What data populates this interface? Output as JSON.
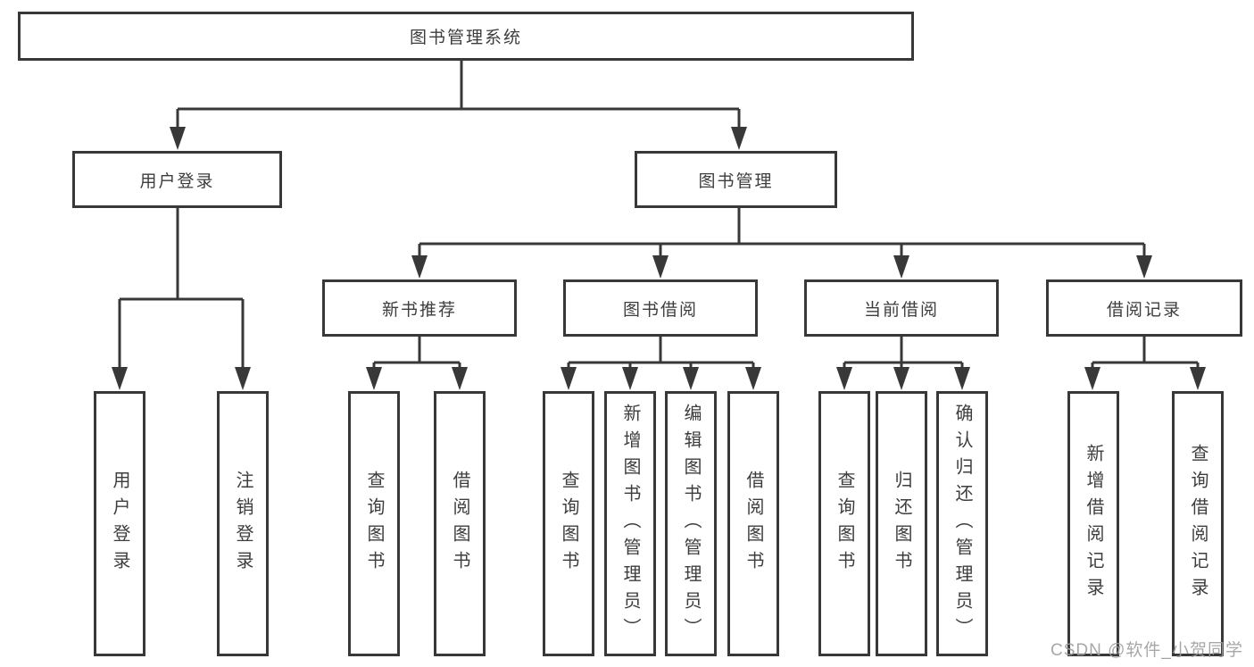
{
  "diagram": {
    "root": {
      "label": "图书管理系统"
    },
    "branches": [
      {
        "label": "用户登录",
        "children": [
          {
            "label": "用户登录"
          },
          {
            "label": "注销登录"
          }
        ]
      },
      {
        "label": "图书管理",
        "children": [
          {
            "label": "新书推荐",
            "children": [
              {
                "label": "查询图书"
              },
              {
                "label": "借阅图书"
              }
            ]
          },
          {
            "label": "图书借阅",
            "children": [
              {
                "label": "查询图书"
              },
              {
                "label": "新增图书（管理员）"
              },
              {
                "label": "编辑图书（管理员）"
              },
              {
                "label": "借阅图书"
              }
            ]
          },
          {
            "label": "当前借阅",
            "children": [
              {
                "label": "查询图书"
              },
              {
                "label": "归还图书"
              },
              {
                "label": "确认归还（管理员）"
              }
            ]
          },
          {
            "label": "借阅记录",
            "children": [
              {
                "label": "新增借阅记录"
              },
              {
                "label": "查询借阅记录"
              }
            ]
          }
        ]
      }
    ]
  },
  "watermark": {
    "text": "CSDN @软件_小贺同学"
  },
  "colors": {
    "line": "#383838",
    "text": "#3d3d3d",
    "background": "#ffffff",
    "watermark": "#9e9e9e"
  }
}
